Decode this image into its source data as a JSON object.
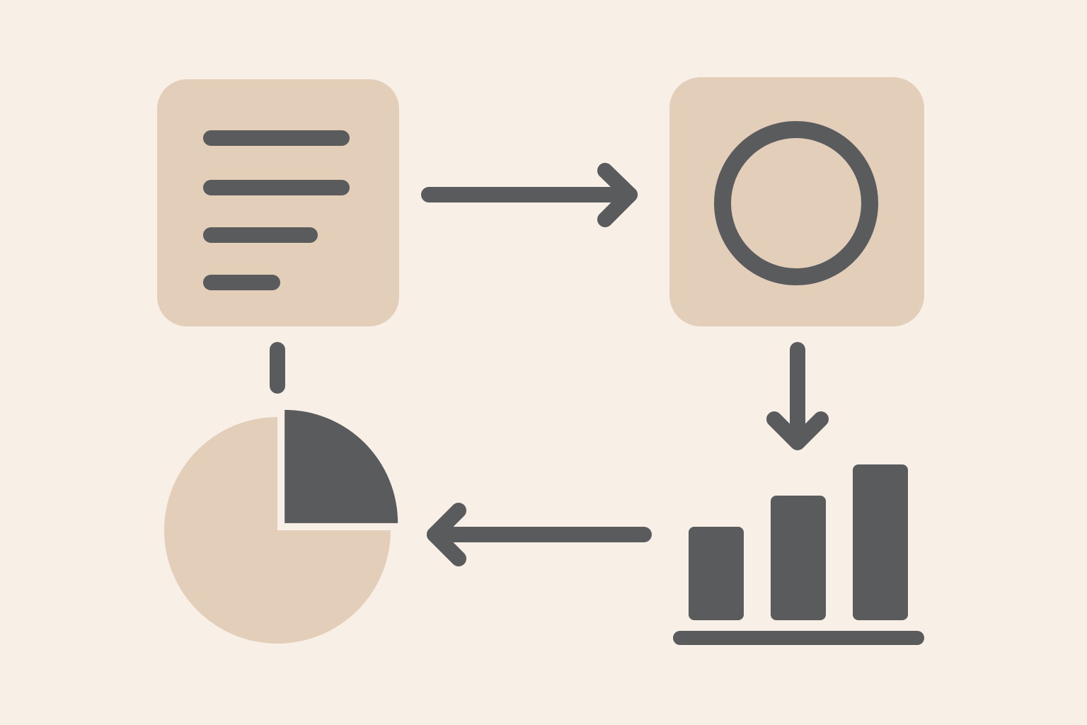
{
  "colors": {
    "background": "#F8F0E6",
    "tile": "#E3CEBA",
    "ink": "#595B5D"
  },
  "nodes": [
    {
      "id": "document",
      "icon": "document-lines-icon"
    },
    {
      "id": "process",
      "icon": "circle-ring-icon"
    },
    {
      "id": "bar-chart",
      "icon": "bar-chart-icon"
    },
    {
      "id": "pie-chart",
      "icon": "pie-chart-icon"
    }
  ],
  "connectors": [
    {
      "from": "document",
      "to": "process",
      "type": "arrow-right"
    },
    {
      "from": "process",
      "to": "bar-chart",
      "type": "arrow-down"
    },
    {
      "from": "bar-chart",
      "to": "pie-chart",
      "type": "arrow-left"
    },
    {
      "from": "pie-chart",
      "to": "document",
      "type": "line"
    }
  ],
  "bar_chart": {
    "values": [
      3,
      4,
      5
    ]
  },
  "pie_chart": {
    "highlighted_fraction": 0.25
  }
}
